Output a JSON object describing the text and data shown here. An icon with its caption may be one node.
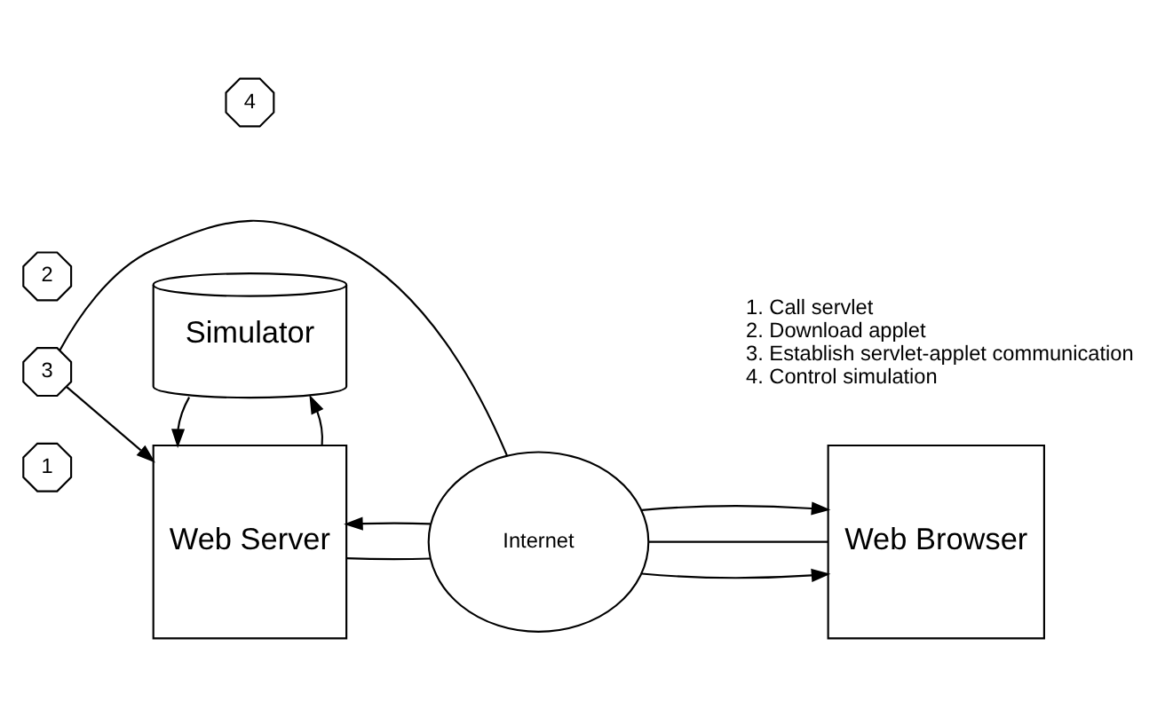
{
  "diagram": {
    "nodes": [
      {
        "text": [
          "1"
        ]
      },
      {
        "text": [
          "Web Server"
        ]
      },
      {
        "text": [
          "Internet"
        ]
      },
      {
        "text": [
          "Web Browser"
        ]
      },
      {
        "text": [
          "3"
        ]
      },
      {
        "text": [
          "2"
        ]
      },
      {
        "text": [
          "4"
        ]
      },
      {
        "text": [
          "Simulator"
        ]
      }
    ],
    "edges": [
      {
        "from": 3,
        "to": 2,
        "arrow": "none"
      },
      {
        "from": 2,
        "to": 1,
        "arrow": "to"
      },
      {
        "from": 2,
        "to": 4,
        "arrow": "none"
      },
      {
        "from": 4,
        "to": 1,
        "arrow": "to"
      },
      {
        "from": 2,
        "to": 3,
        "arrow": "to"
      },
      {
        "from": 1,
        "to": 2,
        "arrow": "none"
      },
      {
        "from": 2,
        "to": 3,
        "arrow": "to"
      },
      {
        "from": 1,
        "to": 7,
        "arrow": "to"
      },
      {
        "from": 7,
        "to": 1,
        "arrow": "to"
      }
    ],
    "labels": [
      "1. Call servlet",
      "2. Download applet",
      "3. Establish servlet-applet communication",
      "4. Control simulation"
    ]
  }
}
